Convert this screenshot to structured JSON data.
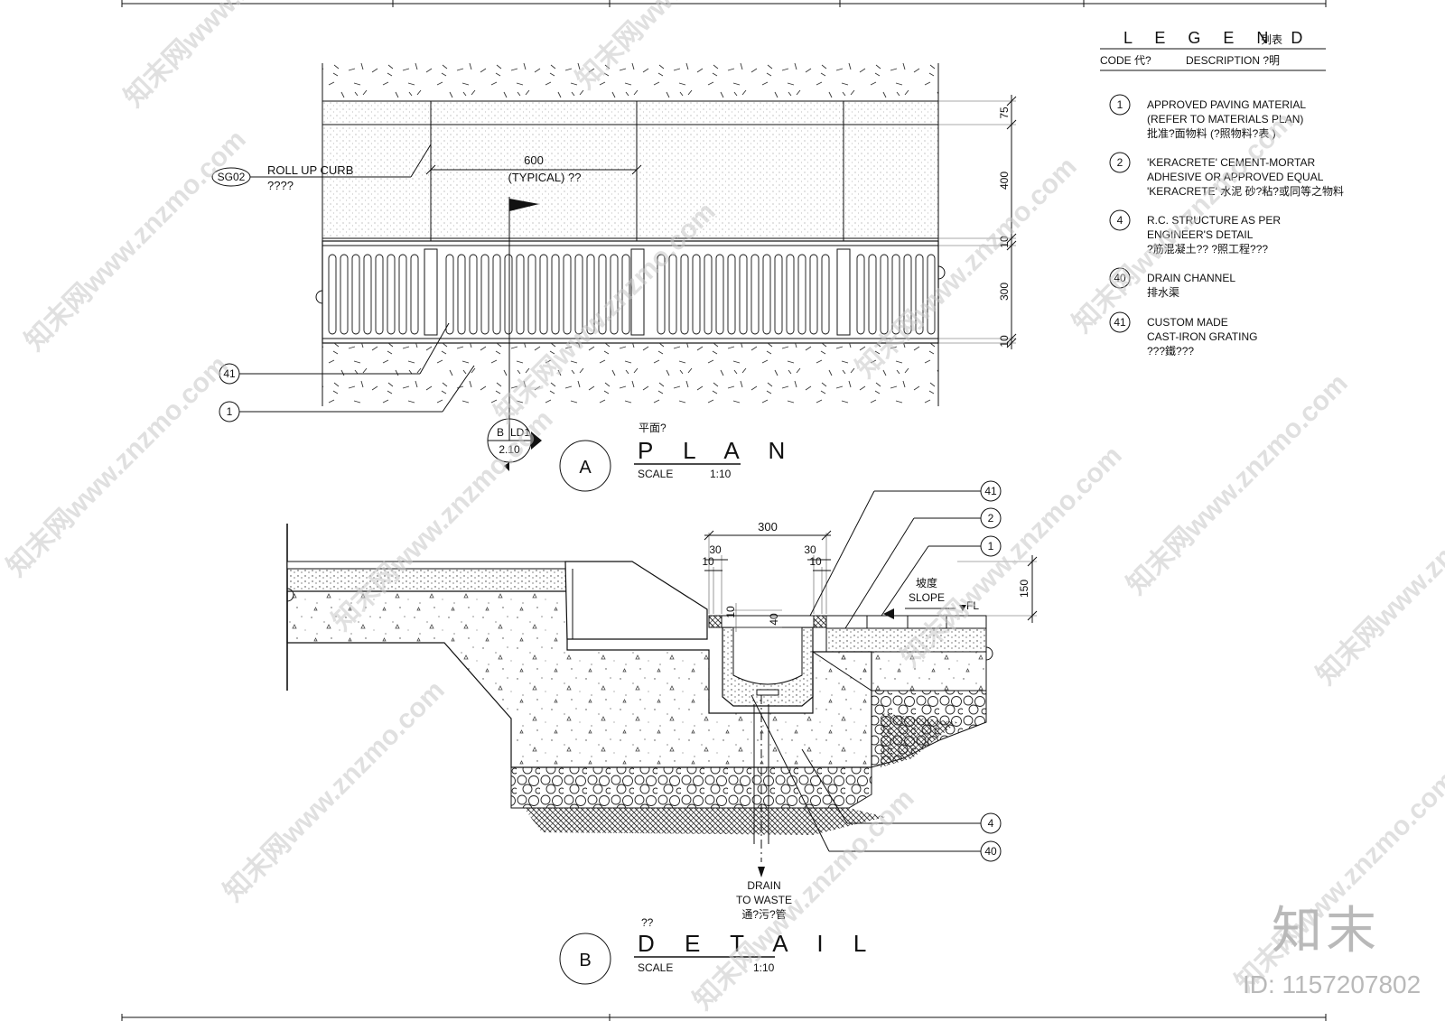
{
  "legend": {
    "title": "L E G E N D",
    "title_cn": "列表",
    "col_code": "CODE 代?",
    "col_desc": "DESCRIPTION ?明",
    "items": [
      {
        "code": "1",
        "lines": [
          "APPROVED PAVING MATERIAL",
          "(REFER TO MATERIALS PLAN)",
          "批准?面物料        (?照物料?表        )"
        ]
      },
      {
        "code": "2",
        "lines": [
          "'KERACRETE' CEMENT-MORTAR",
          "ADHESIVE OR APPROVED EQUAL",
          "'KERACRETE' 水泥   砂?粘?或同等之物料"
        ]
      },
      {
        "code": "4",
        "lines": [
          "R.C. STRUCTURE AS PER",
          "ENGINEER'S DETAIL",
          "?筋混凝土??        ?照工程???"
        ]
      },
      {
        "code": "40",
        "lines": [
          "DRAIN CHANNEL",
          "排水渠"
        ]
      },
      {
        "code": "41",
        "lines": [
          "CUSTOM MADE",
          "CAST-IRON GRATING",
          "???鐵???"
        ]
      }
    ]
  },
  "plan": {
    "curb_label": "ROLL UP CURB",
    "curb_label_cn": "????",
    "curb_tag": "SG02",
    "dim_600": "600",
    "dim_typical": "(TYPICAL) ??",
    "dim_75": "75",
    "dim_400": "400",
    "dim_10a": "10",
    "dim_300": "300",
    "dim_10b": "10",
    "callout_41": "41",
    "callout_1": "1",
    "section_ref_letter": "B",
    "section_ref_sheet": "LD1",
    "section_ref_page": "2.10",
    "title_cn": "平面?",
    "title": "P L A N",
    "marker": "A",
    "scale_label": "SCALE",
    "scale_value": "1:10"
  },
  "detail": {
    "dim_300": "300",
    "dim_30a": "30",
    "dim_30b": "30",
    "dim_10a": "10",
    "dim_10b": "10",
    "dim_10c": "10",
    "dim_40": "40",
    "dim_150": "150",
    "slope_cn": "坡度",
    "slope": "SLOPE",
    "fl": "FL",
    "callout_41": "41",
    "callout_2": "2",
    "callout_1": "1",
    "callout_4": "4",
    "callout_40": "40",
    "drain_line1": "DRAIN",
    "drain_line2": "TO WASTE",
    "drain_cn": "通?污?管",
    "title_cn": "??",
    "title": "D E T A I L",
    "marker": "B",
    "scale_label": "SCALE",
    "scale_value": "1:10"
  },
  "watermark": {
    "text": "知末网www.znzmo.com",
    "brand": "知末",
    "id": "ID: 1157207802"
  }
}
